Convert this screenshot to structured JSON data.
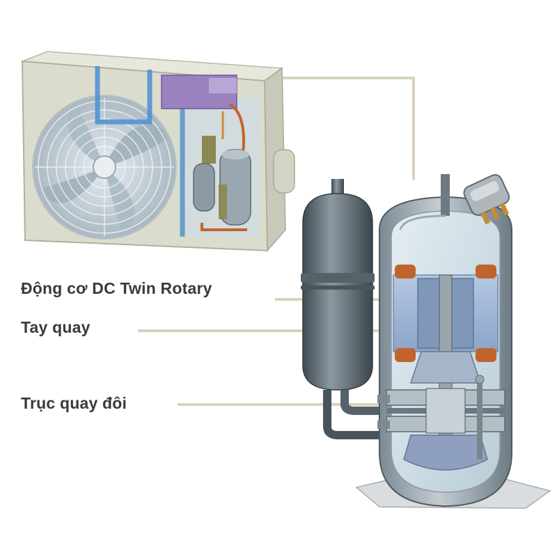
{
  "labels": {
    "motor": "Động cơ DC Twin Rotary",
    "crank": "Tay quay",
    "shaft": "Trục quay đôi"
  },
  "colors": {
    "leader_line": "#d9d2bd",
    "label_text": "#3a3a3a",
    "casing": "#dfe0d2",
    "compressor_steel": "#8d9aa3",
    "compressor_glass": "#cfe0ea",
    "accumulator": "#5f6b73",
    "copper_coil": "#c0642b",
    "stator": "#9fb7d8",
    "fan_grille": "#cfd6da",
    "pcb": "#9a82c0",
    "base_plate": "#d9dde0"
  },
  "icons": [
    "outdoor-unit-illustration",
    "compressor-cutaway-illustration",
    "accumulator-tank-illustration"
  ]
}
